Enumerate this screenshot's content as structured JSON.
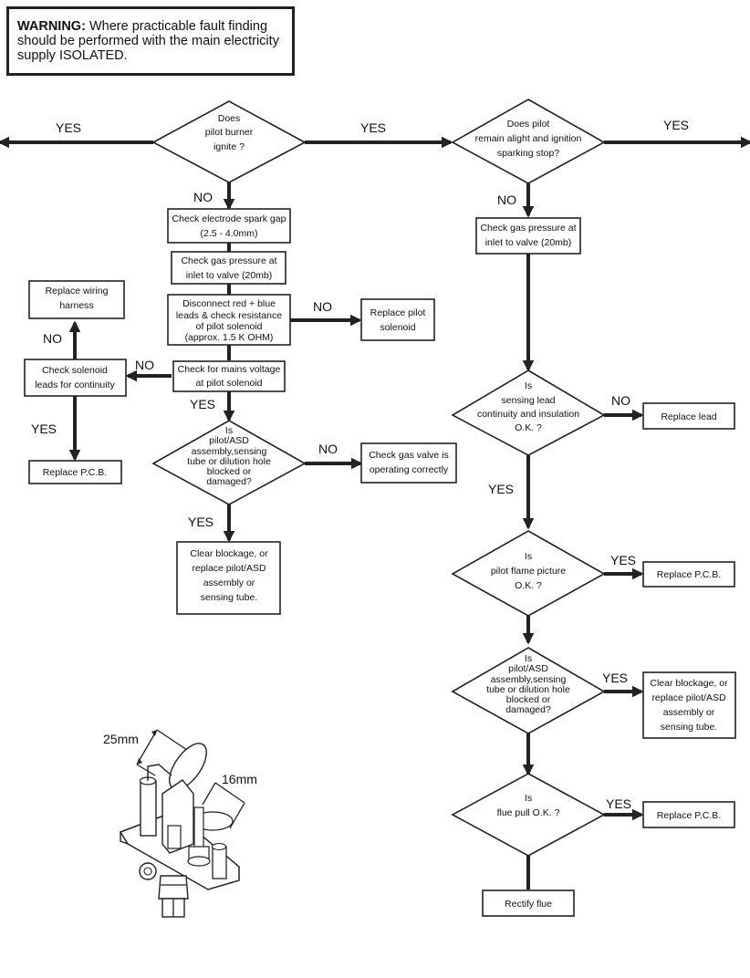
{
  "warning": {
    "bold": "WARNING:",
    "line1": "Where practicable fault finding",
    "line2": "should be performed with the main electricity",
    "line3": "supply ISOLATED."
  },
  "flow": {
    "d1": [
      "Does",
      "pilot burner",
      "ignite ?"
    ],
    "d2": [
      "Does  pilot",
      "remain alight and ignition",
      "sparking stop?"
    ],
    "b_spark_gap": [
      "Check electrode spark gap",
      "(2.5 - 4.0mm)"
    ],
    "b_gas_left": [
      "Check gas pressure at",
      "inlet to valve (20mb)"
    ],
    "b_disconnect": [
      "Disconnect red + blue",
      "leads & check resistance",
      "of pilot solenoid",
      "(approx. 1.5 K OHM)"
    ],
    "b_replace_pilot_solenoid": [
      "Replace pilot",
      "solenoid"
    ],
    "b_mains_voltage": [
      "Check for mains voltage",
      "at pilot solenoid"
    ],
    "b_solenoid_leads": [
      "Check solenoid",
      "leads for continuity"
    ],
    "b_wiring_harness": [
      "Replace wiring",
      "harness"
    ],
    "b_replace_pcb_left": [
      "Replace P.C.B."
    ],
    "d_blocked_left": [
      "Is",
      "pilot/ASD",
      "assembly,sensing",
      "tube or dilution hole",
      "blocked or",
      "damaged?"
    ],
    "b_gas_valve_ok": [
      "Check gas valve is",
      "operating correctly"
    ],
    "b_clear_left": [
      "Clear blockage, or",
      "replace pilot/ASD",
      "assembly or",
      "sensing tube."
    ],
    "b_gas_right": [
      "Check gas pressure at",
      "inlet to valve (20mb)"
    ],
    "d_sensing": [
      "Is",
      "sensing lead",
      "continuity and insulation",
      "O.K. ?"
    ],
    "b_replace_lead": [
      "Replace lead"
    ],
    "d_flame": [
      "Is",
      "pilot flame picture",
      "O.K. ?"
    ],
    "b_replace_pcb_r1": [
      "Replace P.C.B."
    ],
    "d_blocked_right": [
      "Is",
      "pilot/ASD",
      "assembly,sensing",
      "tube or dilution hole",
      "blocked or",
      "damaged?"
    ],
    "b_clear_right": [
      "Clear blockage, or",
      "replace pilot/ASD",
      "assembly or",
      "sensing tube."
    ],
    "d_flue": [
      "Is",
      "flue pull O.K. ?"
    ],
    "b_replace_pcb_r2": [
      "Replace P.C.B."
    ],
    "b_rectify_flue": [
      "Rectify flue"
    ]
  },
  "labels": {
    "yes_1": "YES",
    "yes_2": "YES",
    "yes_3": "YES",
    "no_d1": "NO",
    "no_d2": "NO",
    "no_disconnect": "NO",
    "no_mains": "NO",
    "no_solenoid": "NO",
    "yes_solenoid": "YES",
    "yes_mains": "YES",
    "no_blocked_left": "NO",
    "yes_blocked_left": "YES",
    "no_sensing": "NO",
    "yes_sensing": "YES",
    "yes_flame": "YES",
    "yes_blocked_right": "YES",
    "yes_flue": "YES"
  },
  "illustration": {
    "dim_25": "25mm",
    "dim_16": "16mm"
  }
}
